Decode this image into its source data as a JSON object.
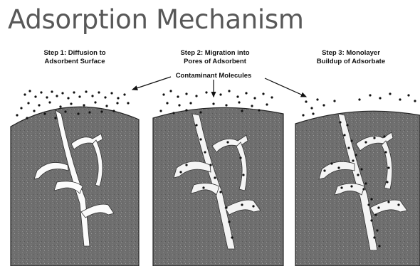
{
  "title": "Adsorption Mechanism",
  "steps": [
    {
      "line1": "Step 1: Diffusion to",
      "line2": "Adsorbent Surface"
    },
    {
      "line1": "Step 2: Migration into",
      "line2": "Pores of Adsorbent"
    },
    {
      "line1": "Step 3: Monolayer",
      "line2": "Buildup of Adsorbate"
    }
  ],
  "callout": "Contaminant Molecules",
  "colors": {
    "adsorbent": "#6e6e6e",
    "pore": "#f3f3f3",
    "molecule": "#111111",
    "title": "#585858"
  }
}
